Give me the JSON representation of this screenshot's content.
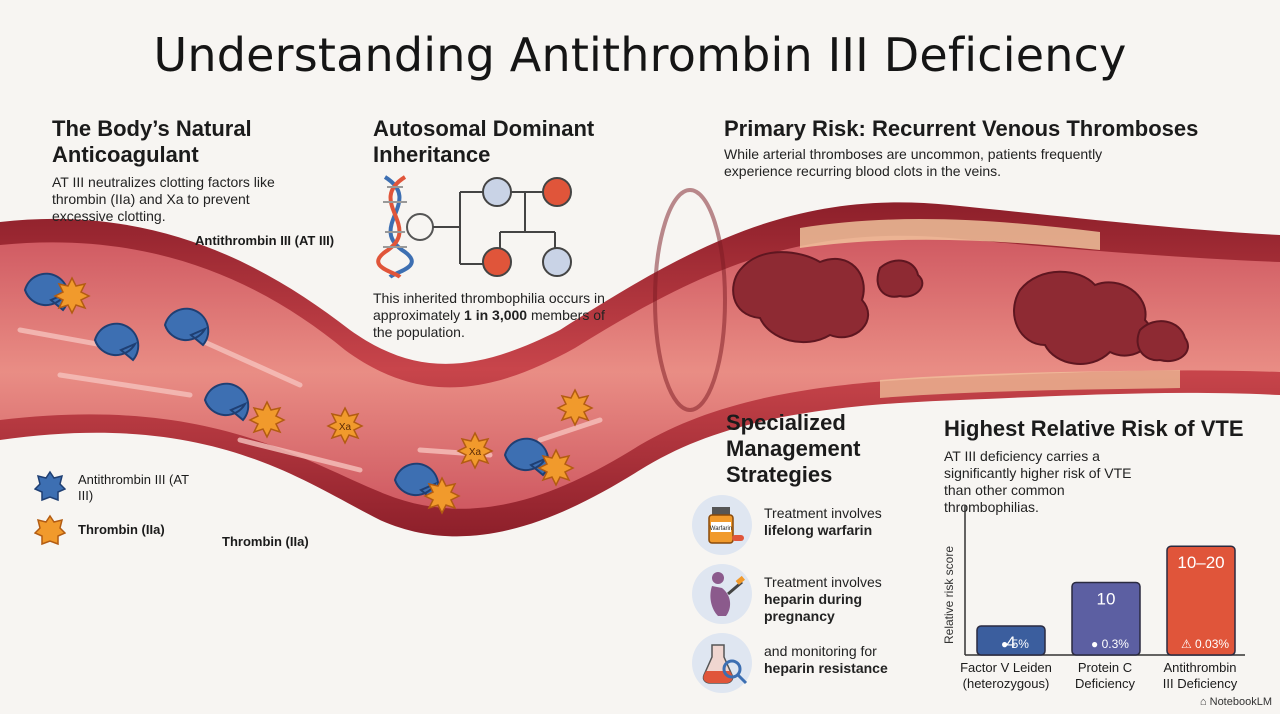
{
  "title": "Understanding Antithrombin III Deficiency",
  "panel_anticoagulant": {
    "heading": "The Body’s Natural Anticoagulant",
    "body": "AT III neutralizes clotting factors like thrombin (IIa) and Xa to prevent excessive clotting.",
    "label_atiii": "Antithrombin III (AT III)",
    "label_thrombin": "Thrombin (IIa)",
    "xa_label": "Xa"
  },
  "legend": {
    "atiii": "Antithrombin III (AT III)",
    "thrombin": "Thrombin (IIa)"
  },
  "panel_inheritance": {
    "heading": "Autosomal Dominant Inheritance",
    "body_pre": "This inherited thrombophilia occurs in approximately ",
    "body_bold": "1 in 3,000",
    "body_post": " members of the population."
  },
  "panel_risk": {
    "heading": "Primary Risk: Recurrent Venous Thromboses",
    "body": "While arterial thromboses are uncommon, patients frequently experience recurring blood clots in the veins."
  },
  "panel_management": {
    "heading": "Specialized Management Strategies",
    "items": [
      {
        "pre": "Treatment involves ",
        "bold": "lifelong warfarin",
        "icon": "warfarin-bottle-icon",
        "icon_text": "Warfarin"
      },
      {
        "pre": "Treatment involves ",
        "bold": "heparin during pregnancy",
        "icon": "pregnancy-injection-icon"
      },
      {
        "pre": "and monitoring for ",
        "bold": "heparin resistance",
        "icon": "lab-flask-magnifier-icon"
      }
    ]
  },
  "panel_vte": {
    "heading": "Highest Relative Risk of VTE",
    "body": "AT III deficiency carries a significantly higher risk of VTE than other common thrombophilias."
  },
  "chart_data": {
    "type": "bar",
    "title": "Highest Relative Risk of VTE",
    "ylabel": "Relative risk score",
    "categories": [
      "Factor V Leiden (heterozygous)",
      "Protein C Deficiency",
      "Antithrombin III Deficiency"
    ],
    "values": [
      4,
      10,
      15
    ],
    "value_labels": [
      "4",
      "10",
      "10–20"
    ],
    "notes": [
      "5%",
      "0.3%",
      "0.03%"
    ],
    "note_icons": [
      "people-icon",
      "people-icon",
      "warning-icon"
    ],
    "colors": [
      "#3b5e9e",
      "#5c5fa2",
      "#e0553a"
    ],
    "ylim": [
      0,
      20
    ]
  },
  "watermark": "NotebookLM"
}
